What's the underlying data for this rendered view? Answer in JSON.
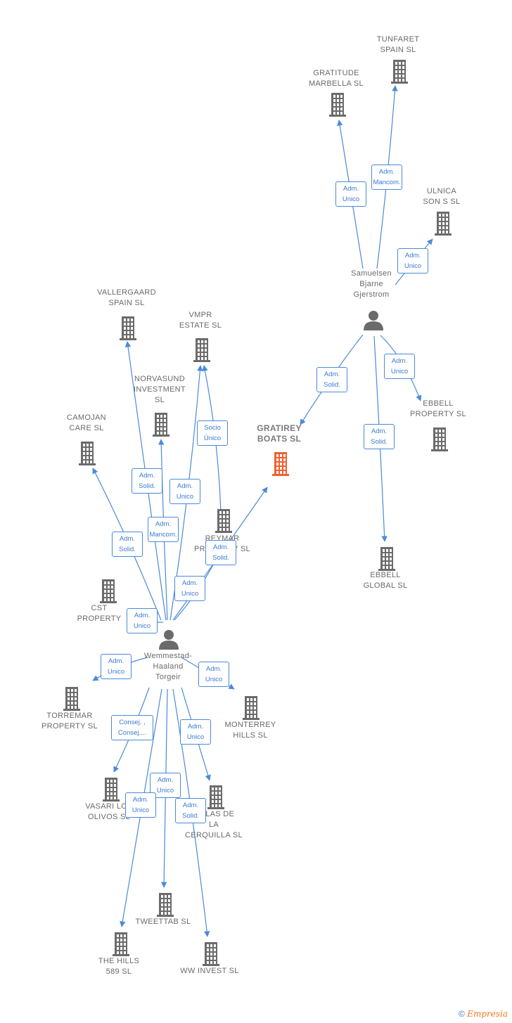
{
  "colors": {
    "edge": "#4a8ad8",
    "company": "#6b6b6b",
    "main_company": "#f06030",
    "person": "#6b6b6b"
  },
  "nodes": [
    {
      "id": "tunfaret",
      "label": "TUNFARET\nSPAIN  SL",
      "kind": "company"
    },
    {
      "id": "gratitude",
      "label": "GRATITUDE\nMARBELLA  SL",
      "kind": "company"
    },
    {
      "id": "ulnica",
      "label": "ULNICA\nSON S  SL",
      "kind": "company"
    },
    {
      "id": "samuelsen",
      "label": "Samuelsen\nBjarne\nGjerstrom",
      "kind": "person"
    },
    {
      "id": "gratirey",
      "label": "GRATIREY\nBOATS  SL",
      "kind": "main"
    },
    {
      "id": "ebbell_prop",
      "label": "EBBELL\nPROPERTY  SL",
      "kind": "company"
    },
    {
      "id": "ebbell_global",
      "label": "EBBELL\nGLOBAL  SL",
      "kind": "company"
    },
    {
      "id": "vallergaard",
      "label": "VALLERGAARD\nSPAIN  SL",
      "kind": "company"
    },
    {
      "id": "vmpr",
      "label": "VMPR\nESTATE  SL",
      "kind": "company"
    },
    {
      "id": "norvasund",
      "label": "NORVASUND\nINVESTMENT\nSL",
      "kind": "company"
    },
    {
      "id": "camojan",
      "label": "CAMOJAN\nCARE  SL",
      "kind": "company"
    },
    {
      "id": "reymar",
      "label": "REYMAR\nPROPERTY  SL",
      "kind": "company"
    },
    {
      "id": "cst",
      "label": "CST\nPROPERTY",
      "kind": "company"
    },
    {
      "id": "wemmestad",
      "label": "Wemmestad-\nHaaland\nTorgeir",
      "kind": "person"
    },
    {
      "id": "torremar",
      "label": "TORREMAR\nPROPERTY  SL",
      "kind": "company"
    },
    {
      "id": "monterrey",
      "label": "MONTERREY\nHILLS  SL",
      "kind": "company"
    },
    {
      "id": "vasari",
      "label": "VASARI LOS\nOLIVOS  SL",
      "kind": "company"
    },
    {
      "id": "villas",
      "label": "VILLAS DE\nLA\nCERQUILLA  SL",
      "kind": "company"
    },
    {
      "id": "tweettab",
      "label": "TWEETTAB  SL",
      "kind": "company"
    },
    {
      "id": "thehills",
      "label": "THE HILLS\n589  SL",
      "kind": "company"
    },
    {
      "id": "wwinvest",
      "label": "WW INVEST  SL",
      "kind": "company"
    }
  ],
  "edges": [
    {
      "from": "samuelsen",
      "to": "gratitude",
      "role": "Adm.\nUnico"
    },
    {
      "from": "samuelsen",
      "to": "tunfaret",
      "role": "Adm.\nMancom."
    },
    {
      "from": "samuelsen",
      "to": "ulnica",
      "role": "Adm.\nUnico"
    },
    {
      "from": "samuelsen",
      "to": "gratirey",
      "role": "Adm.\nSolid."
    },
    {
      "from": "samuelsen",
      "to": "ebbell_prop",
      "role": "Adm.\nUnico"
    },
    {
      "from": "samuelsen",
      "to": "ebbell_global",
      "role": "Adm.\nSolid."
    },
    {
      "from": "wemmestad",
      "to": "vallergaard",
      "role": "Adm.\nSolid."
    },
    {
      "from": "wemmestad",
      "to": "norvasund",
      "role": "Adm.\nMancom."
    },
    {
      "from": "wemmestad",
      "to": "vmpr",
      "role": "Adm.\nUnico"
    },
    {
      "from": "reymar",
      "to": "vmpr",
      "role": "Socio\nÚnico"
    },
    {
      "from": "wemmestad",
      "to": "camojan",
      "role": "Adm.\nSolid."
    },
    {
      "from": "wemmestad",
      "to": "gratirey",
      "role": "Adm.\nSolid."
    },
    {
      "from": "wemmestad",
      "to": "reymar",
      "role": "Adm.\nUnico"
    },
    {
      "from": "wemmestad",
      "to": "cst",
      "role": "Adm.\nUnico"
    },
    {
      "from": "wemmestad",
      "to": "torremar",
      "role": "Adm.\nUnico"
    },
    {
      "from": "wemmestad",
      "to": "monterrey",
      "role": "Adm.\nUnico"
    },
    {
      "from": "wemmestad",
      "to": "vasari",
      "role": "Consej. ,\nConsej...."
    },
    {
      "from": "wemmestad",
      "to": "villas",
      "role": "Adm.\nUnico"
    },
    {
      "from": "wemmestad",
      "to": "tweettab",
      "role": "Adm.\nUnico"
    },
    {
      "from": "wemmestad",
      "to": "thehills",
      "role": "Adm.\nUnico"
    },
    {
      "from": "wemmestad",
      "to": "wwinvest",
      "role": "Adm.\nSolid."
    }
  ],
  "footer": {
    "copyright": "©",
    "brand": "Empresia"
  }
}
